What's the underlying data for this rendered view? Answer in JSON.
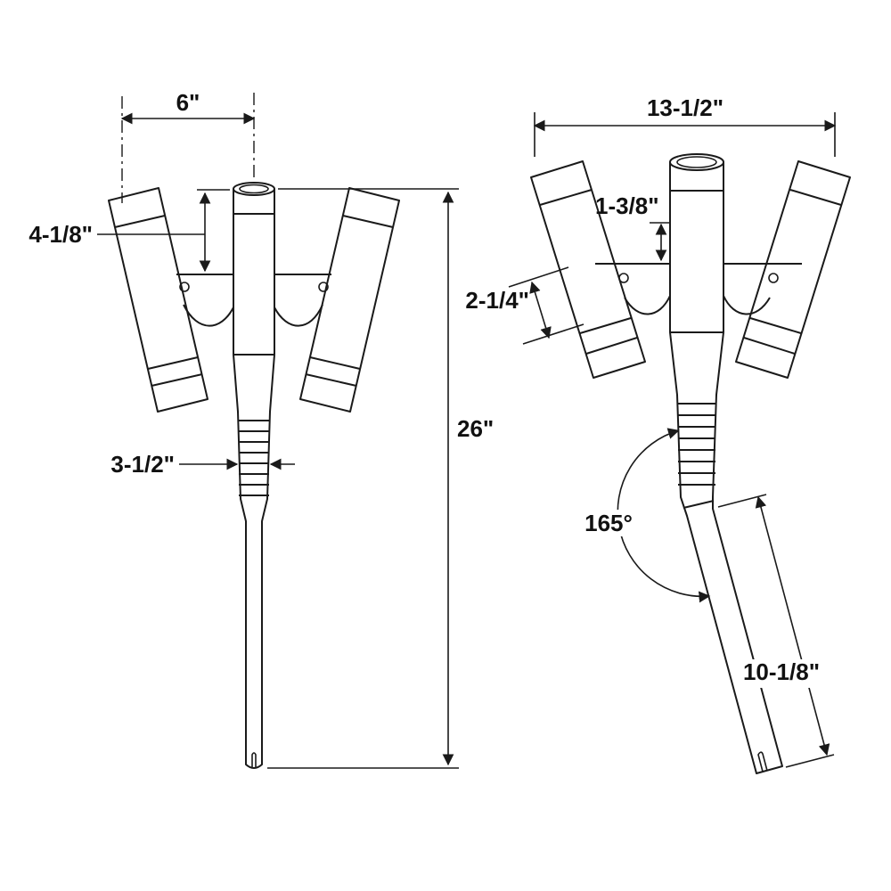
{
  "colors": {
    "line": "#1a1a1a",
    "background": "#ffffff"
  },
  "views": {
    "front": {
      "top_width": "6\"",
      "mount_offset": "4-1/8\"",
      "overall_height": "26\"",
      "tube_diameter": "3-1/2\""
    },
    "side": {
      "top_width": "13-1/2\"",
      "flange_offset": "1-3/8\"",
      "bracket_width": "2-1/4\"",
      "bend_angle": "165°",
      "shaft_length": "10-1/8\""
    }
  }
}
